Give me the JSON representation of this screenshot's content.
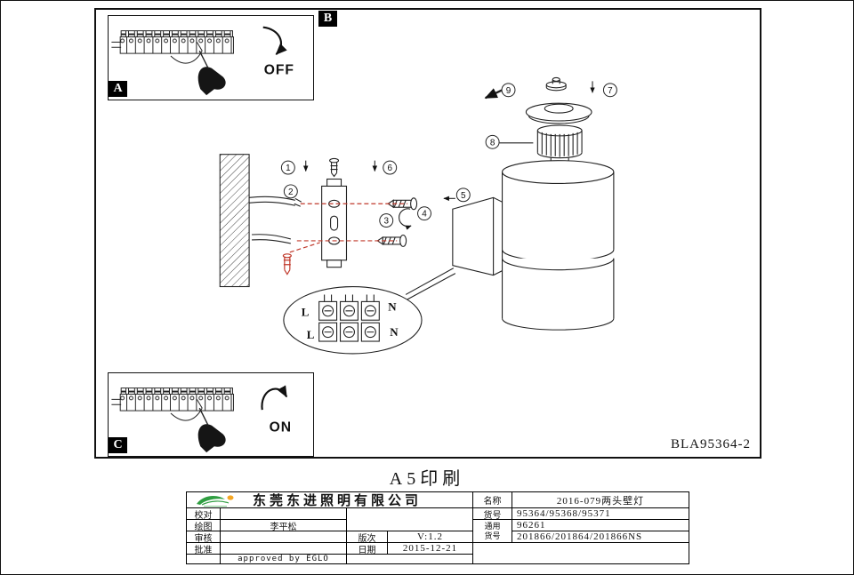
{
  "page": {
    "print_note": "A5印刷",
    "drawing_code": "BLA95364-2"
  },
  "insets": {
    "top": {
      "corner_label": "B",
      "panel_label": "A",
      "switch_state": "OFF"
    },
    "bottom": {
      "panel_label": "C",
      "switch_state": "ON"
    }
  },
  "callouts": [
    "1",
    "2",
    "3",
    "4",
    "5",
    "6",
    "7",
    "8",
    "9"
  ],
  "terminal_detail": {
    "top_l": "L",
    "top_n": "N",
    "bottom_l": "L",
    "bottom_n": "N"
  },
  "title_block": {
    "company": "东莞东进照明有限公司",
    "approved_note": "approved by EGLO",
    "labels": {
      "proof": "校对",
      "draft": "绘图",
      "review": "审核",
      "approve": "批准",
      "version": "版次",
      "date": "日期",
      "name": "名称",
      "item_no": "货号",
      "common_no": "通用货号"
    },
    "values": {
      "draft_by": "李平松",
      "version": "V:1.2",
      "date": "2015-12-21",
      "name": "2016-079两头壁灯",
      "item_no": "95364/95368/95371",
      "item_no2": "96261",
      "common_no": "201866/201864/201866NS"
    }
  }
}
